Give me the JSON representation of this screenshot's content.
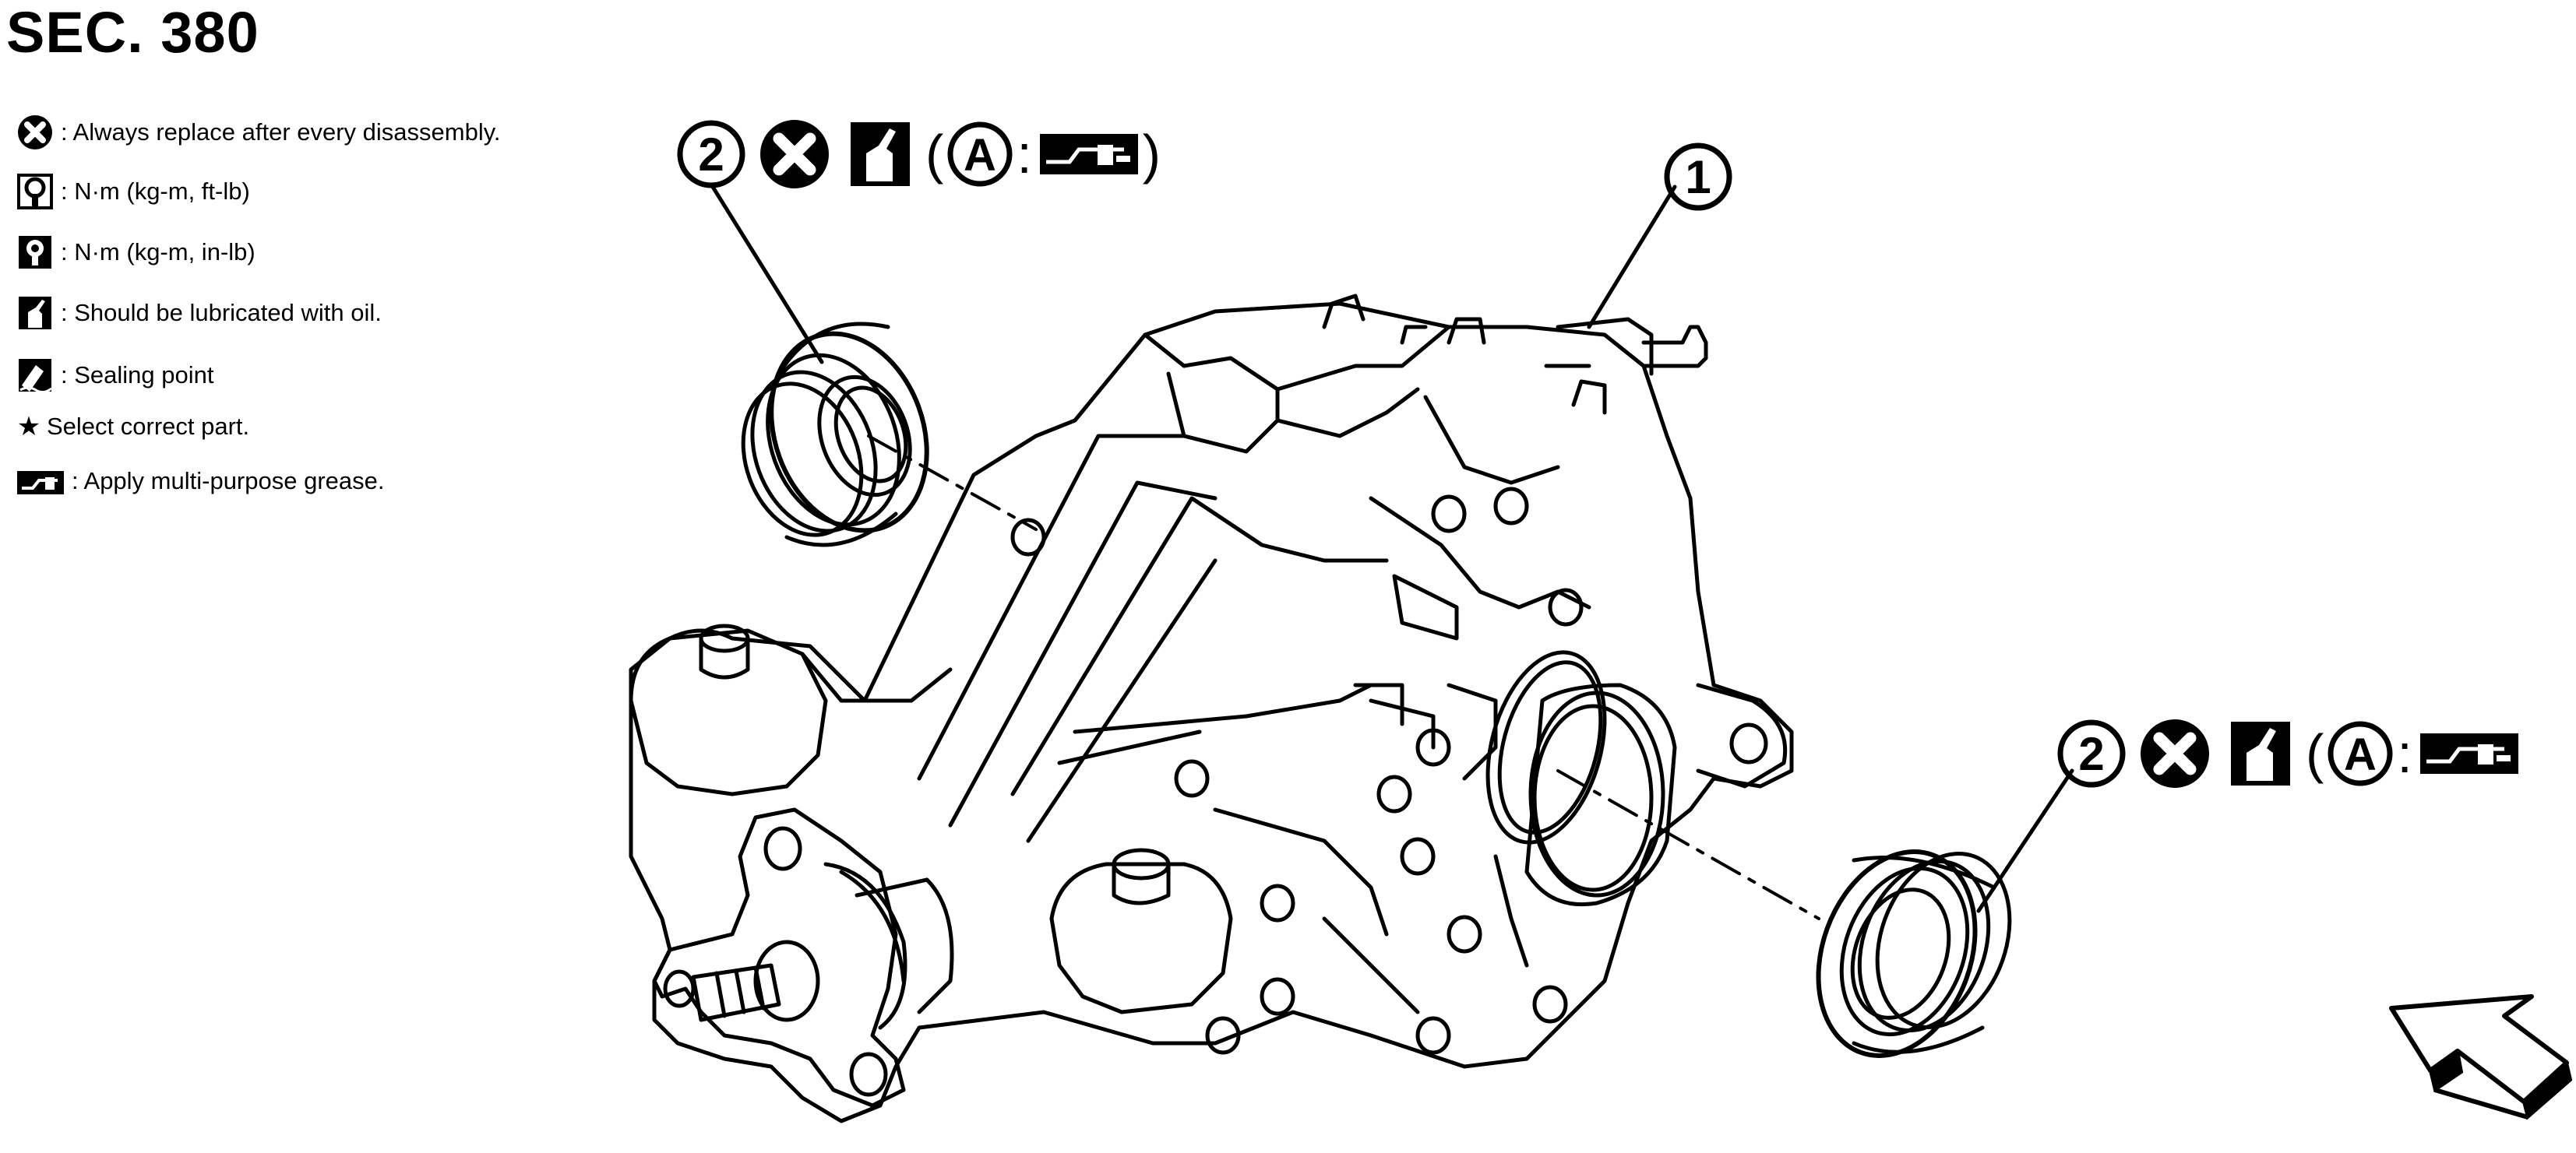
{
  "section_title": "SEC. 380",
  "legend": {
    "items": [
      {
        "icon": "replace-x-icon",
        "text": ": Always replace after every disassembly."
      },
      {
        "icon": "torque-wrench-icon",
        "text": ": N·m (kg-m, ft-lb)"
      },
      {
        "icon": "torque-wrench-filled-icon",
        "text": ": N·m (kg-m, in-lb)"
      },
      {
        "icon": "oil-can-icon",
        "text": ": Should be lubricated with oil."
      },
      {
        "icon": "sealant-icon",
        "text": ": Sealing point"
      },
      {
        "icon": "star-icon",
        "symbol": "★",
        "text": " Select correct part."
      },
      {
        "icon": "grease-gun-icon",
        "text": " : Apply multi-purpose grease."
      }
    ]
  },
  "callouts": {
    "part1": {
      "number": "1"
    },
    "part2_left": {
      "number": "2",
      "open_paren": "(",
      "letter": "A",
      "colon": ":",
      "close_paren": ")"
    },
    "part2_right": {
      "number": "2",
      "open_paren": "(",
      "letter": "A",
      "colon": ":",
      "close_paren": ")"
    }
  },
  "colors": {
    "ink": "#000000",
    "paper": "#ffffff"
  }
}
